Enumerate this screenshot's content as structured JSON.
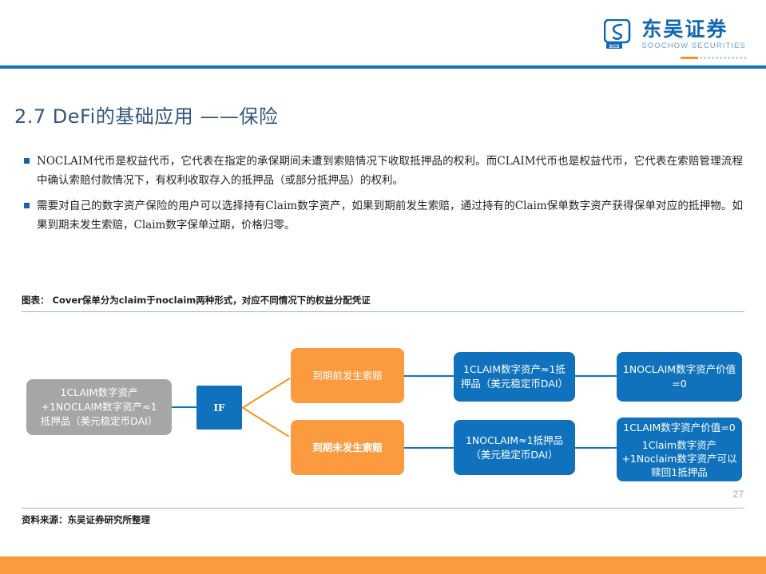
{
  "header": {
    "logo_cn": "东吴证券",
    "logo_en": "SOOCHOW SECURITIES",
    "logo_badge": "SCS"
  },
  "title": "2.7 DeFi的基础应用 ——保险",
  "bullets": [
    "NOCLAIM代币是权益代币，它代表在指定的承保期间未遭到索赔情况下收取抵押品的权利。而CLAIM代币也是权益代币，它代表在索赔管理流程中确认索赔付款情况下，有权利收取存入的抵押品（或部分抵押品）的权利。",
    "需要对自己的数字资产保险的用户可以选择持有Claim数字资产，如果到期前发生索赔，通过持有的Claim保单数字资产获得保单对应的抵押物。如果到期未发生索赔，Claim数字保单过期，价格归零。"
  ],
  "chart": {
    "caption": "图表： Cover保单分为claim于noclaim两种形式，对应不同情况下的权益分配凭证",
    "nodes": {
      "source": "1CLAIM数字资产\n+1NOCLAIM数字资产≈1\n抵押品（美元稳定币DAI）",
      "condition": "IF",
      "branch_claim": "到期前发生索赔",
      "branch_noclaim": "到期未发生索赔",
      "mid_top": "1CLAIM数字资产≈1抵押品（美元稳定币DAI）",
      "mid_bottom": "1NOCLAIM≈1抵押品（美元稳定币DAI）",
      "right_top": "1NOCLAIM数字资产价值=0",
      "right_bottom_line1": "1CLAIM数字资产价值=0",
      "right_bottom_line2": "1Claim数字资产+1Noclaim数字资产可以赎回1抵押品"
    },
    "colors": {
      "source_fill": "#a6a6a6",
      "blue_fill": "#1072bd",
      "orange_fill": "#fb9a3e"
    }
  },
  "footer": {
    "page_number": "27",
    "source_note": "资料来源：东吴证券研究所整理"
  }
}
